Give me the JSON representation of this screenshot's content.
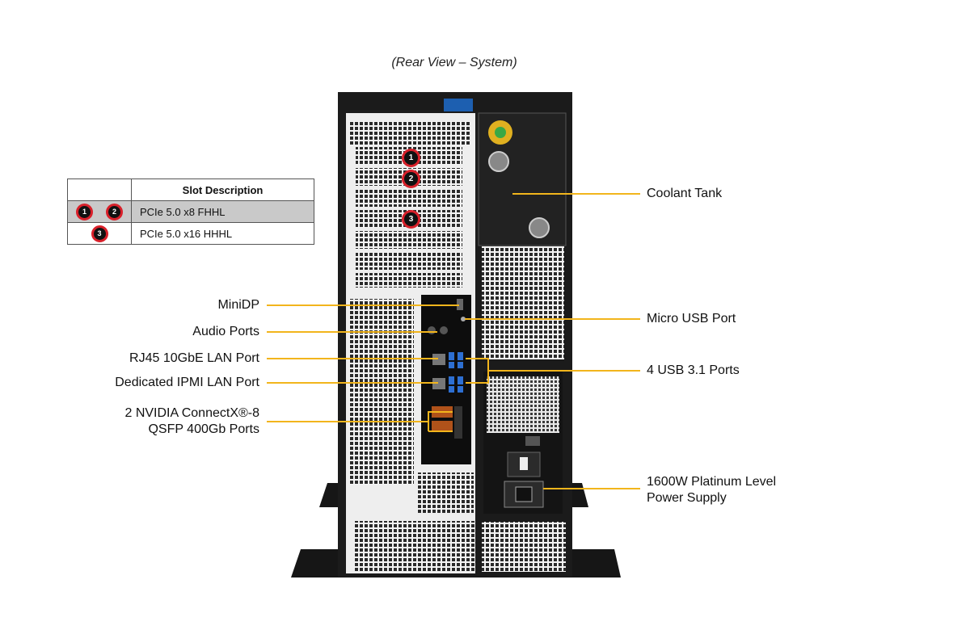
{
  "caption": "(Rear View – System)",
  "slot_table": {
    "header_left": "",
    "header_right": "Slot Description",
    "rows": [
      {
        "badges": [
          "1",
          "2"
        ],
        "description": "PCIe 5.0 x8 FHHL"
      },
      {
        "badges": [
          "3"
        ],
        "description": "PCIe 5.0 x16 HHHL"
      }
    ]
  },
  "slot_badges": [
    "1",
    "2",
    "3"
  ],
  "callouts_left": {
    "minidp": "MiniDP",
    "audio": "Audio Ports",
    "rj45": "RJ45 10GbE LAN Port",
    "ipmi": "Dedicated IPMI LAN Port",
    "connectx_line1": "2 NVIDIA ConnectX®-8",
    "connectx_line2": "QSFP 400Gb Ports"
  },
  "callouts_right": {
    "coolant": "Coolant Tank",
    "micro_usb": "Micro USB Port",
    "usb31": "4 USB 3.1 Ports",
    "psu_line1": "1600W Platinum Level",
    "psu_line2": "Power Supply"
  },
  "colors": {
    "callout_line": "#f2b51c",
    "badge_ring": "#d8202a",
    "chassis": "#1b1b1b",
    "table_shade": "#c9c9c9"
  }
}
